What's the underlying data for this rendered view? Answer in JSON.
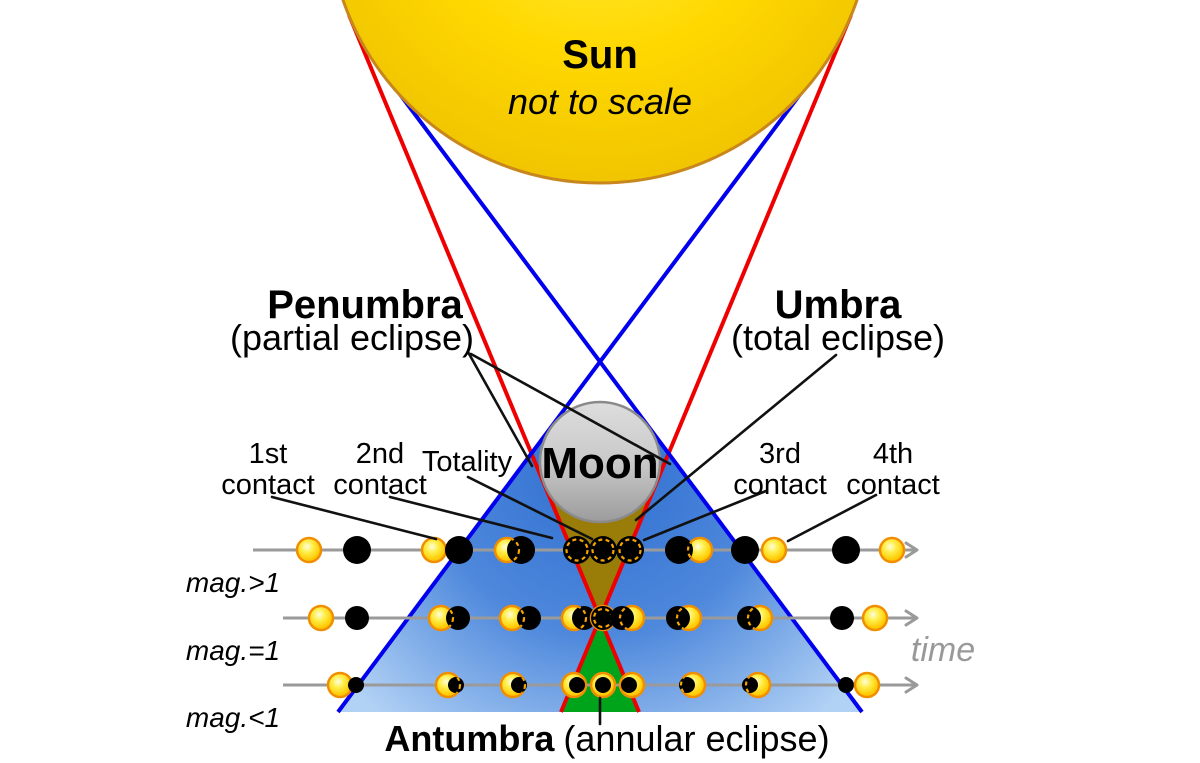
{
  "diagram": {
    "sun": {
      "title": "Sun",
      "subtitle": "not to scale"
    },
    "moon": {
      "label": "Moon"
    },
    "penumbra": {
      "title": "Penumbra",
      "subtitle": "(partial eclipse)"
    },
    "umbra": {
      "title": "Umbra",
      "subtitle": "(total eclipse)"
    },
    "antumbra": {
      "title": "Antumbra",
      "subtitle": "(annular eclipse)"
    },
    "totality_label": "Totality",
    "contacts": [
      {
        "num": "1st",
        "word": "contact"
      },
      {
        "num": "2nd",
        "word": "contact"
      },
      {
        "num": "3rd",
        "word": "contact"
      },
      {
        "num": "4th",
        "word": "contact"
      }
    ],
    "rows": [
      {
        "mag": "mag.>1"
      },
      {
        "mag": "mag.=1"
      },
      {
        "mag": "mag.<1"
      }
    ],
    "time_label": "time",
    "colors": {
      "sun_fill": "#ffd800",
      "sun_edge": "#c8861d",
      "small_sun_ring": "#f18e00",
      "moon_fill": "#c9c9c9",
      "penumbra_blue": "#4e88dc",
      "penumbra_line": "#0000ee",
      "umbra_brown": "#9a7c08",
      "umbra_line": "#ee0000",
      "antumbra_green": "#00a41b",
      "timeline_gray": "#9a9a9a",
      "hidden_limb_dash": "#f7a600"
    }
  }
}
